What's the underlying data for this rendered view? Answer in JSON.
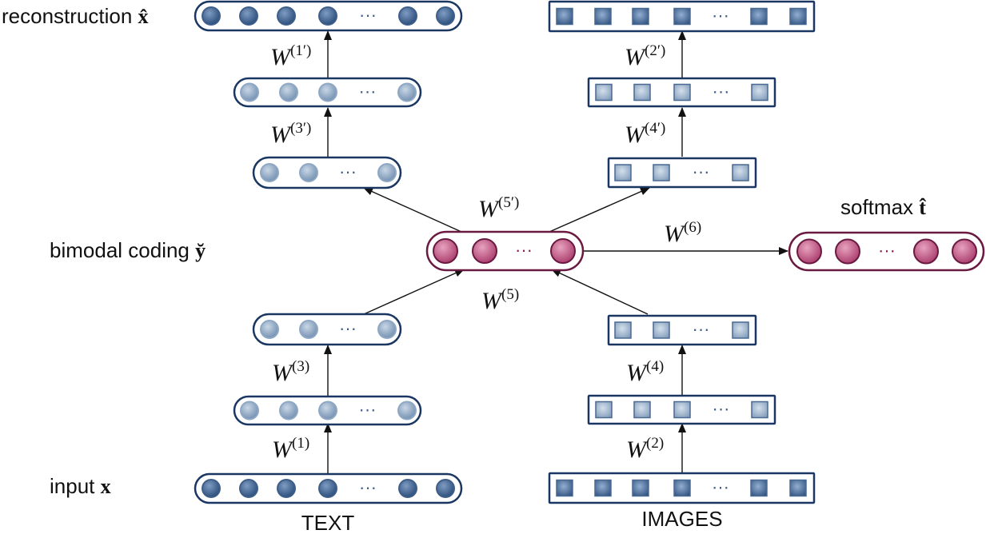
{
  "labels": {
    "reconstruction": "reconstruction",
    "reconstruction_var": "x̂",
    "bimodal": "bimodal coding",
    "bimodal_var": "y̆",
    "input": "input",
    "input_var": "x",
    "softmax": "softmax",
    "softmax_var": "t̂",
    "text": "TEXT",
    "images": "IMAGES"
  },
  "weights": {
    "w1": {
      "base": "W",
      "sup": "(1)"
    },
    "w1p": {
      "base": "W",
      "sup": "(1′)"
    },
    "w2": {
      "base": "W",
      "sup": "(2)"
    },
    "w2p": {
      "base": "W",
      "sup": "(2′)"
    },
    "w3": {
      "base": "W",
      "sup": "(3)"
    },
    "w3p": {
      "base": "W",
      "sup": "(3′)"
    },
    "w4": {
      "base": "W",
      "sup": "(4)"
    },
    "w4p": {
      "base": "W",
      "sup": "(4′)"
    },
    "w5": {
      "base": "W",
      "sup": "(5)"
    },
    "w5p": {
      "base": "W",
      "sup": "(5′)"
    },
    "w6": {
      "base": "W",
      "sup": "(6)"
    }
  },
  "ellipsis": "···",
  "colors": {
    "text_dark": "#3f5f88",
    "text_light": "#8ea8c4",
    "border_blue": "#1a3663",
    "bimodal_fill": "#c1557f",
    "bimodal_border": "#6a1a40",
    "dots_blue": "#3a5a88",
    "dots_magenta": "#8a2050"
  }
}
